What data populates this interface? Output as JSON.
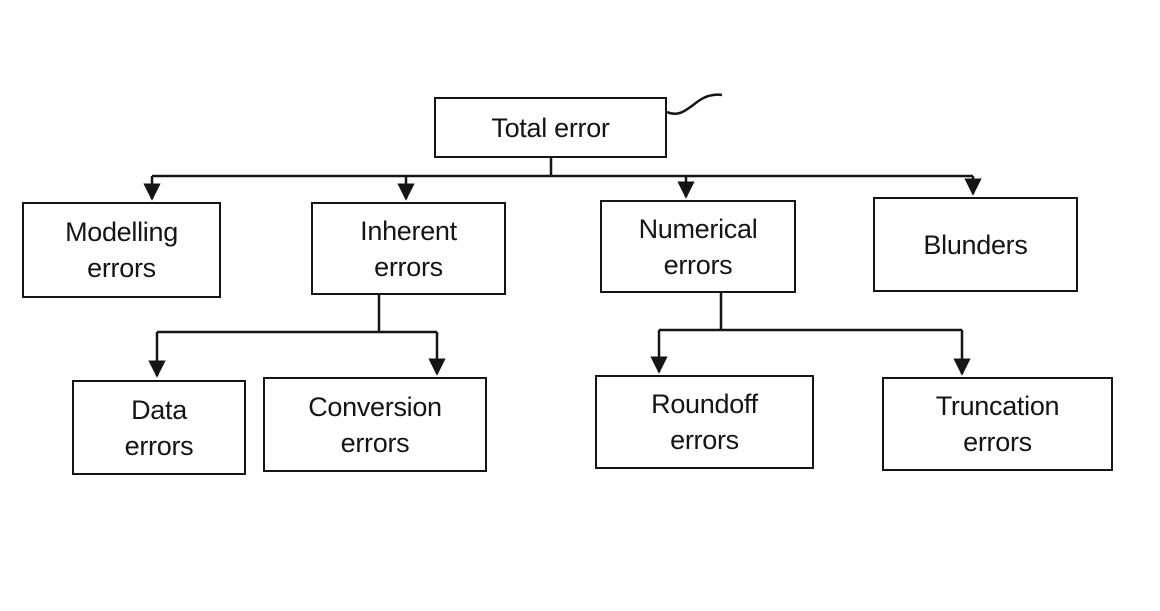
{
  "diagram": {
    "root": {
      "label": "Total error"
    },
    "level1": [
      {
        "id": "modelling",
        "line1": "Modelling",
        "line2": "errors"
      },
      {
        "id": "inherent",
        "line1": "Inherent",
        "line2": "errors"
      },
      {
        "id": "numerical",
        "line1": "Numerical",
        "line2": "errors"
      },
      {
        "id": "blunders",
        "line1": "Blunders",
        "line2": ""
      }
    ],
    "level2": [
      {
        "id": "data",
        "line1": "Data",
        "line2": "errors"
      },
      {
        "id": "conversion",
        "line1": "Conversion",
        "line2": "errors"
      },
      {
        "id": "roundoff",
        "line1": "Roundoff",
        "line2": "errors"
      },
      {
        "id": "truncation",
        "line1": "Truncation",
        "line2": "errors"
      }
    ]
  }
}
